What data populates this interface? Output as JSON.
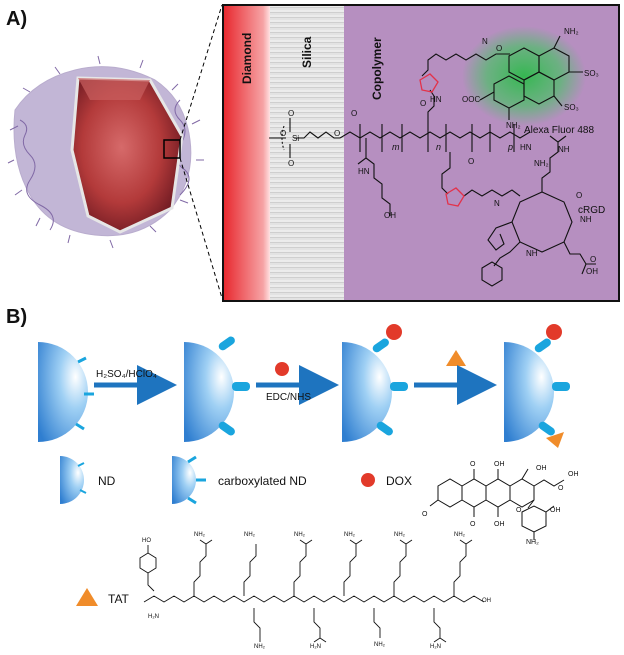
{
  "panelA": {
    "label": "A)",
    "layers": {
      "diamond": "Diamond",
      "silica": "Silica",
      "copolymer": "Copolymer"
    },
    "dye_label": "Alexa Fluor 488",
    "peptide_label": "cRGD",
    "subscripts": {
      "m": "m",
      "n": "n",
      "p": "p"
    }
  },
  "panelB": {
    "label": "B)",
    "step1_label": "H₂SO₄/HClO₄",
    "step2_label": "EDC/NHS",
    "legend": {
      "nd": "ND",
      "carboxylated_nd": "carboxylated ND",
      "dox": "DOX",
      "tat": "TAT"
    }
  },
  "colors": {
    "copolymer_bg": "#b68fc0",
    "diamond_red": "#e8292f",
    "arrow_blue": "#1e74bf",
    "nd_blue": "#3d8ed8",
    "linker_blue": "#1aa5de",
    "dox_red": "#e23a2a",
    "tat_orange": "#f08c2a",
    "dye_green": "#2fb84c"
  }
}
